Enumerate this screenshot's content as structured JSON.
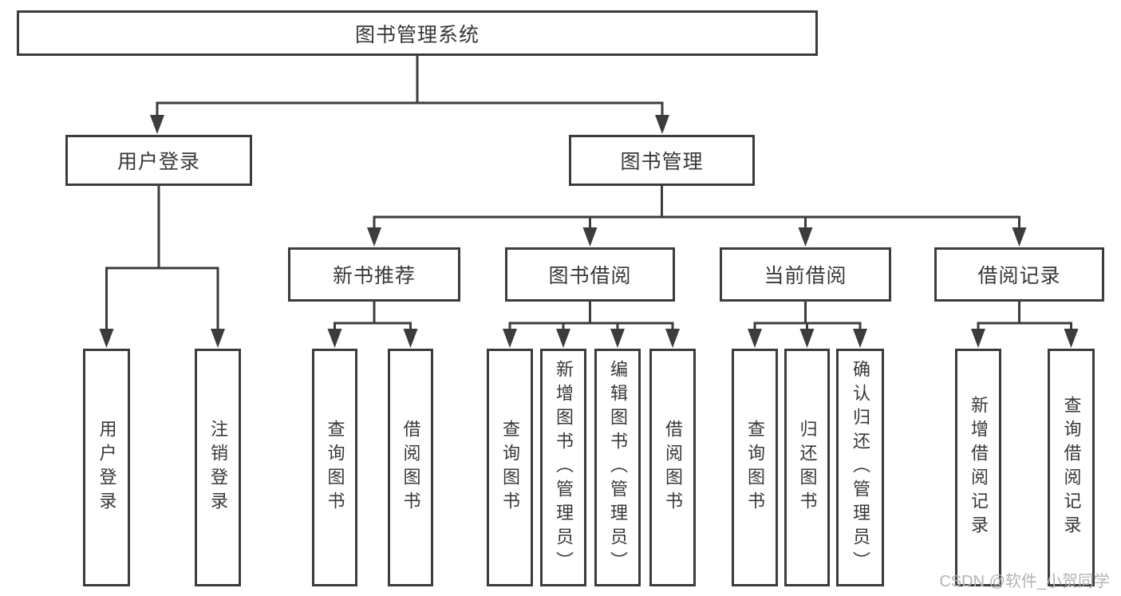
{
  "nodes": {
    "root": "图书管理系统",
    "level2": [
      "用户登录",
      "图书管理"
    ],
    "level3": [
      "新书推荐",
      "图书借阅",
      "当前借阅",
      "借阅记录"
    ],
    "leaves": [
      "用户登录",
      "注销登录",
      "查询图书",
      "借阅图书",
      "查询图书",
      "新增图书（管理员）",
      "编辑图书（管理员）",
      "借阅图书",
      "查询图书",
      "归还图书",
      "确认归还（管理员）",
      "新增借阅记录",
      "查询借阅记录"
    ]
  },
  "watermark": "CSDN @软件_小贺同学",
  "colors": {
    "line": "#3c3c3c",
    "text": "#383838",
    "watermark": "#b3b3b3",
    "background": "#ffffff"
  }
}
